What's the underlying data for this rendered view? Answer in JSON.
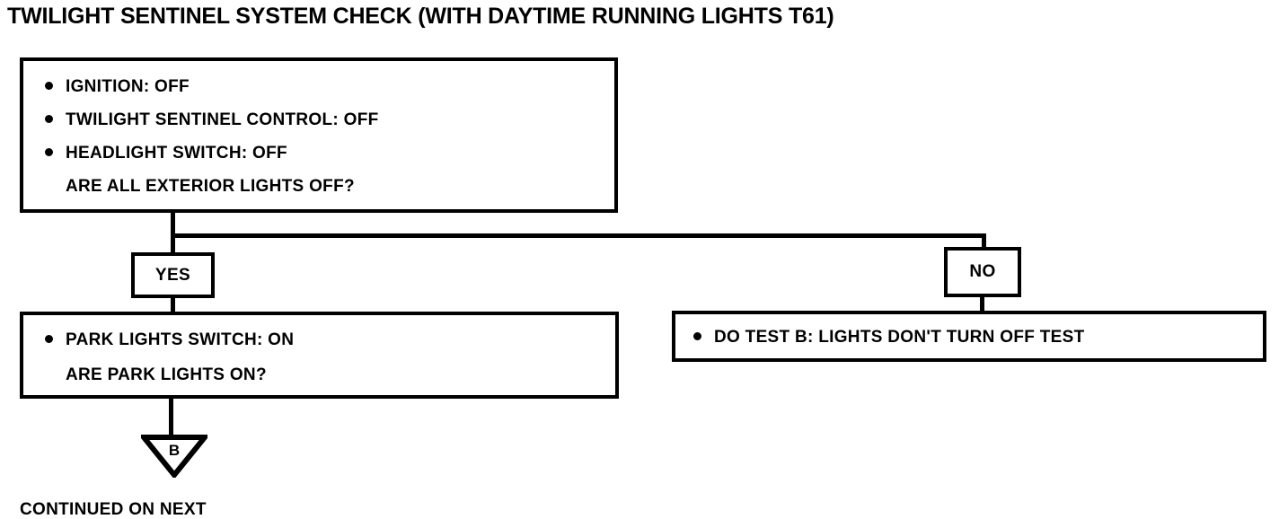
{
  "page": {
    "title": "TWILIGHT SENTINEL SYSTEM CHECK (WITH DAYTIME RUNNING LIGHTS T61)",
    "background_color": "#ffffff",
    "line_color": "#000000"
  },
  "diagram": {
    "type": "flowchart",
    "step_box": {
      "bullets": [
        "IGNITION: OFF",
        "TWILIGHT SENTINEL CONTROL: OFF",
        "HEADLIGHT SWITCH: OFF"
      ],
      "question": "ARE ALL EXTERIOR LIGHTS OFF?"
    },
    "branches": {
      "yes_label": "YES",
      "no_label": "NO"
    },
    "yes_box": {
      "bullets": [
        "PARK LIGHTS SWITCH: ON"
      ],
      "question": "ARE PARK LIGHTS ON?"
    },
    "no_box": {
      "bullets": [
        "DO TEST B: LIGHTS DON'T TURN OFF TEST"
      ]
    },
    "connector": {
      "label": "B",
      "shape": "triangle-down"
    },
    "footer": "CONTINUED ON NEXT"
  }
}
